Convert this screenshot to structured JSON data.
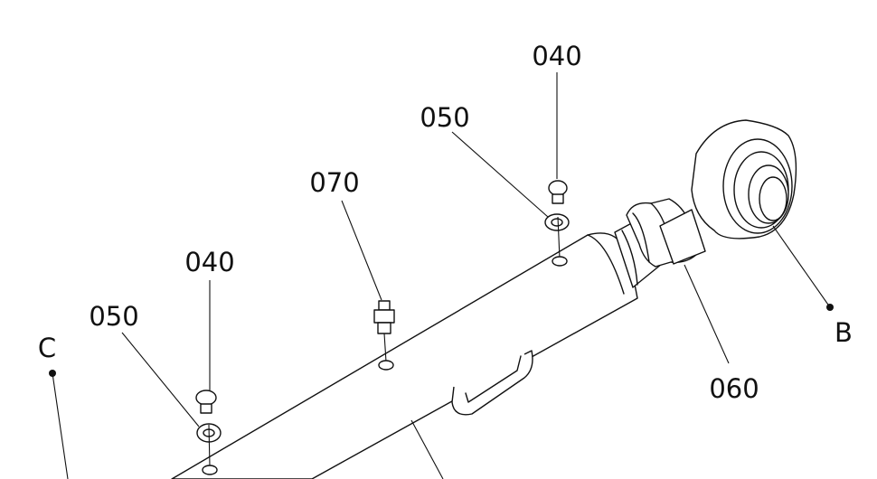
{
  "diagram": {
    "callouts": {
      "bolt_upper": "040",
      "washer_upper": "050",
      "grease_fitting": "070",
      "bolt_lower": "040",
      "washer_lower": "050",
      "lock_nut": "060",
      "point_b": "B",
      "point_c": "C"
    },
    "line_color": "#111111",
    "background": "#ffffff"
  }
}
